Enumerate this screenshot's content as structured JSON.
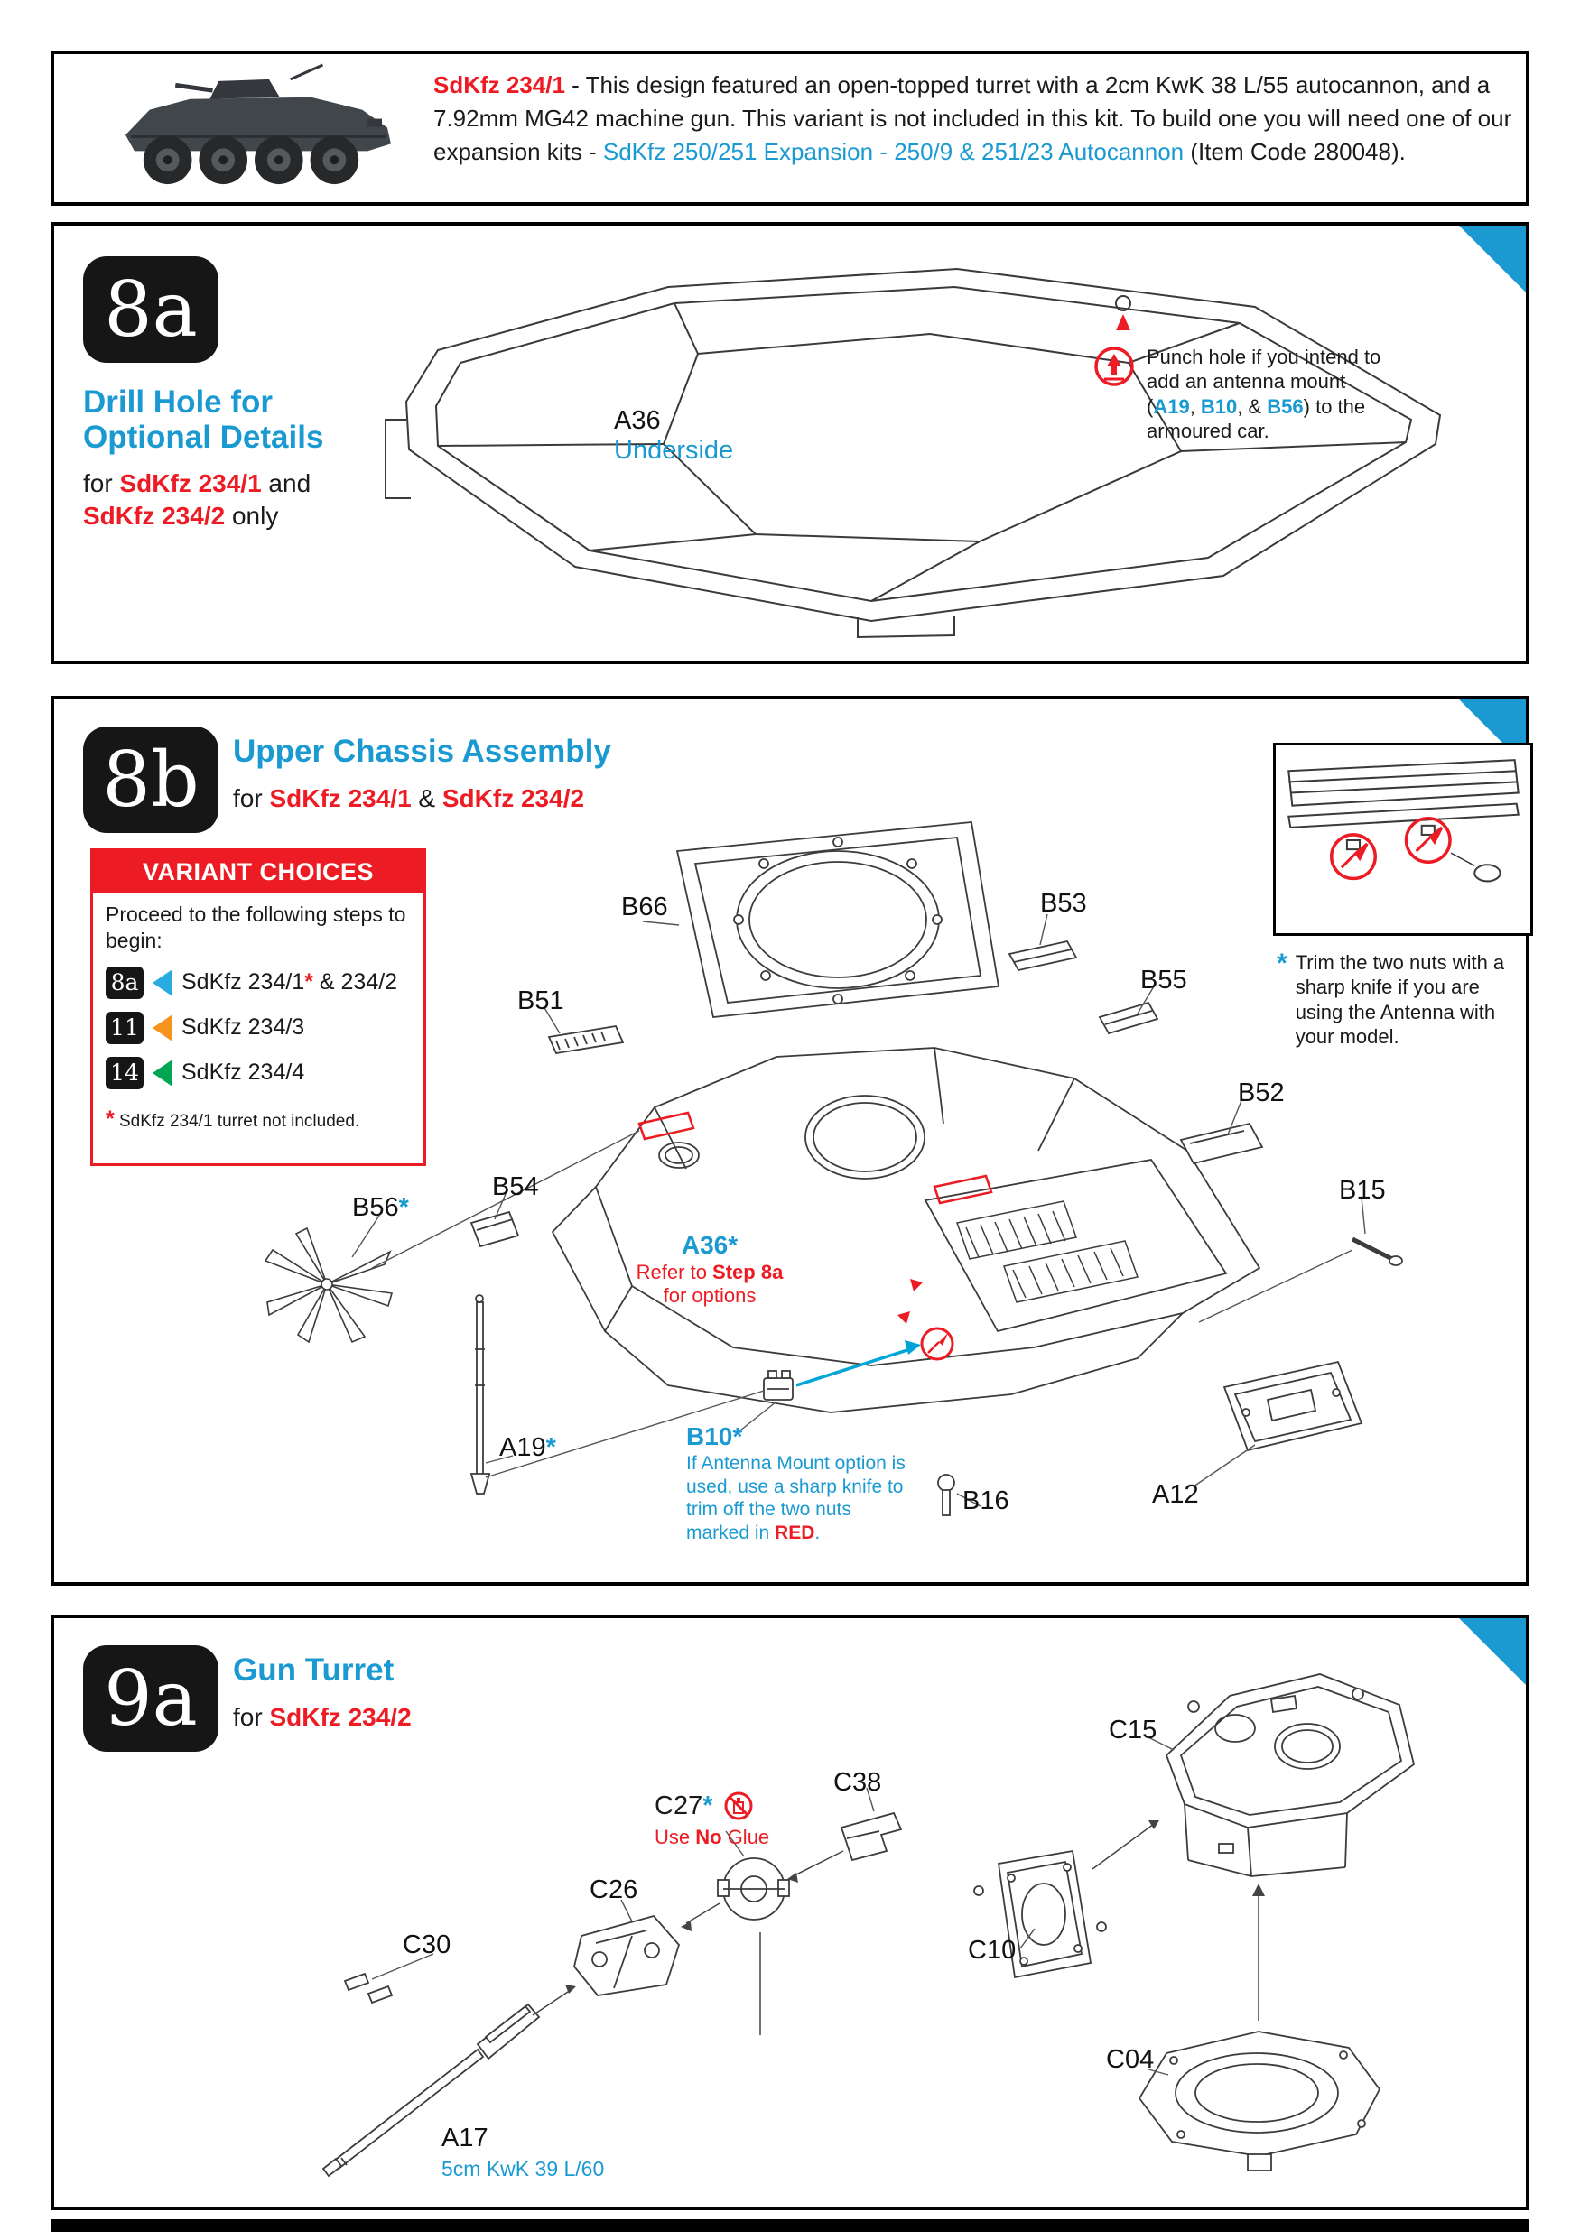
{
  "colors": {
    "red": "#ed1c24",
    "blue": "#1b9ad2",
    "variant_blue": "#29abe2",
    "variant_orange": "#f7941d",
    "variant_green": "#00a651"
  },
  "intro": {
    "kit_variant": "SdKfz 234/1",
    "body_1": " - This design featured an open-topped turret with a 2cm KwK 38 L/55 autocannon, and a 7.92mm MG42 machine gun.  This variant is not included in this kit.  To build one you will need one of our expansion kits - ",
    "expansion_name": "SdKfz 250/251 Expansion - 250/9 & 251/23 Autocannon",
    "body_2": " (Item Code 280048)."
  },
  "step8a": {
    "badge": "8a",
    "title_line1": "Drill Hole for",
    "title_line2": "Optional Details",
    "sub_for": "for ",
    "sub_v1": "SdKfz 234/1",
    "sub_and": " and",
    "sub_v2": "SdKfz 234/2",
    "sub_only": " only",
    "part": "A36",
    "part_view": "Underside",
    "punch_1": "Punch hole if you intend to add an antenna mount (",
    "punch_a19": "A19",
    "punch_sep1": ", ",
    "punch_b10": "B10",
    "punch_sep2": ", & ",
    "punch_b56": "B56",
    "punch_2": ") to the armoured car."
  },
  "step8b": {
    "badge": "8b",
    "title": "Upper Chassis Assembly",
    "sub_for": "for ",
    "sub_v1": "SdKfz 234/1",
    "sub_amp": " & ",
    "sub_v2": "SdKfz 234/2",
    "star": "*",
    "variant_box": {
      "header": "VARIANT CHOICES",
      "intro": "Proceed to the following steps to begin:",
      "options": [
        {
          "badge": "8a",
          "label": "SdKfz 234/1",
          "star": "*",
          "label_2": " & 234/2"
        },
        {
          "badge": "11",
          "label": "SdKfz 234/3",
          "star": "",
          "label_2": ""
        },
        {
          "badge": "14",
          "label": "SdKfz 234/4",
          "star": "",
          "label_2": ""
        }
      ],
      "footnote_star": "*",
      "footnote": " SdKfz 234/1 turret not included."
    },
    "inset_star": "*",
    "inset_note": "Trim the two nuts with a sharp knife if you are using the Antenna with your model.",
    "parts": {
      "b66": "B66",
      "b53": "B53",
      "b51": "B51",
      "b55": "B55",
      "b52": "B52",
      "b54": "B54",
      "b56": "B56",
      "b15": "B15",
      "a19": "A19",
      "b16": "B16",
      "a12": "A12"
    },
    "a36_note": {
      "part": "A36",
      "star": "*",
      "line1_pre": "Refer to ",
      "line1_bold": "Step 8a",
      "line2": "for options"
    },
    "b10_note": {
      "part": "B10",
      "star": "*",
      "text_pre": "If Antenna Mount option is used, use a sharp knife to trim off the two nuts marked in ",
      "text_red": "RED",
      "text_post": "."
    }
  },
  "step9a": {
    "badge": "9a",
    "title": "Gun Turret",
    "sub_for": "for ",
    "sub_v": "SdKfz 234/2",
    "star": "*",
    "parts": {
      "c15": "C15",
      "c38": "C38",
      "c27": "C27",
      "c26": "C26",
      "c10": "C10",
      "c30": "C30",
      "c04": "C04",
      "a17": "A17"
    },
    "c27_note": {
      "pre": "Use ",
      "bold": "No",
      "post": " Glue"
    },
    "a17_sub": "5cm KwK 39 L/60"
  }
}
